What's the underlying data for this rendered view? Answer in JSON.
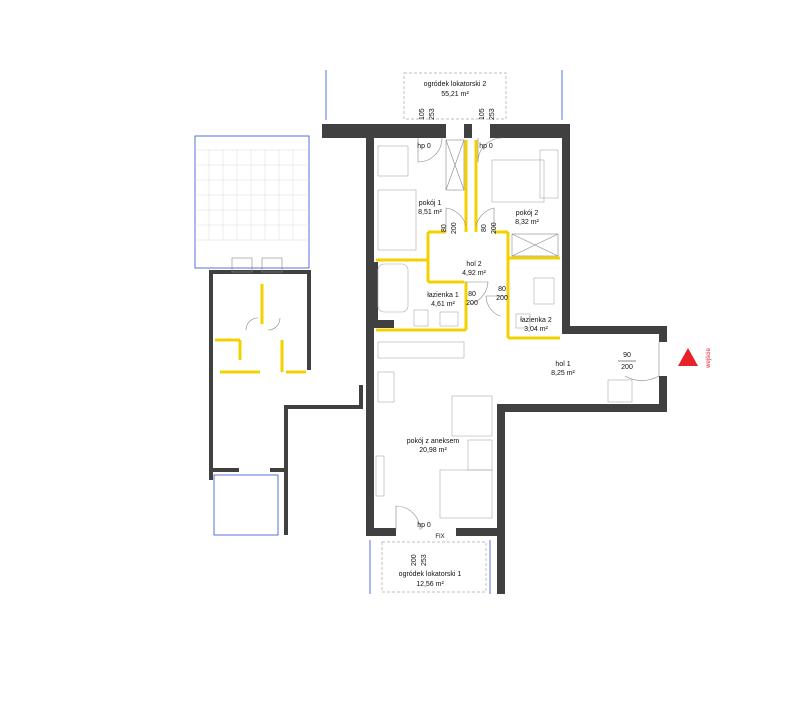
{
  "rooms": {
    "garden2": {
      "name": "ogródek lokatorski 2",
      "area": "55,21 m²"
    },
    "room1": {
      "name": "pokój 1",
      "area": "8,51 m²"
    },
    "room2": {
      "name": "pokój 2",
      "area": "8,32 m²"
    },
    "hall2": {
      "name": "hol 2",
      "area": "4,92 m²"
    },
    "bath1": {
      "name": "łazienka 1",
      "area": "4,61 m²"
    },
    "bath2": {
      "name": "łazienka 2",
      "area": "3,04 m²"
    },
    "hall1": {
      "name": "hol 1",
      "area": "8,25 m²"
    },
    "living": {
      "name": "pokój z aneksem",
      "area": "20,98 m²"
    },
    "garden1": {
      "name": "ogródek lokatorski 1",
      "area": "12,56 m²"
    }
  },
  "doors": {
    "hp_a": "hp 0",
    "hp_b": "hp 0",
    "hp_c": "hp 0",
    "fix": "FIX"
  },
  "dimensions": {
    "win_a_w": "105",
    "win_a_h": "253",
    "win_b_w": "105",
    "win_b_h": "253",
    "d_room1_w": "80",
    "d_room1_h": "200",
    "d_room2_w": "80",
    "d_room2_h": "200",
    "d_bath1_w": "80",
    "d_bath1_h": "200",
    "d_bath2_w": "80",
    "d_bath2_h": "200",
    "entry_w": "90",
    "entry_h": "200",
    "win_c_w": "200",
    "win_c_h": "253"
  },
  "entrance": {
    "label": "wejście",
    "color": "#e8212b"
  },
  "colors": {
    "wall": "#404040",
    "partition": "#f4d000",
    "dimension_lines": "#2b4fd6"
  }
}
